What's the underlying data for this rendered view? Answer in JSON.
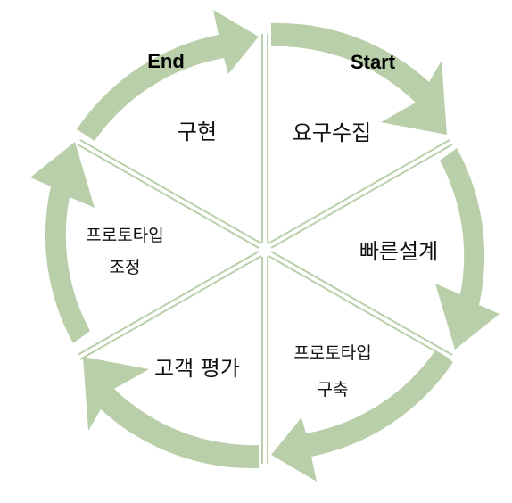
{
  "diagram": {
    "start_label": "Start",
    "end_label": "End",
    "arrow_color": "#b9cfaa",
    "divider_color": "#b9cfaa",
    "segments": [
      {
        "lines": [
          "요구수집"
        ]
      },
      {
        "lines": [
          "빠른설계"
        ]
      },
      {
        "lines": [
          "프로토타입",
          "구축"
        ]
      },
      {
        "lines": [
          "고객 평가"
        ]
      },
      {
        "lines": [
          "프로토타입",
          "조정"
        ]
      },
      {
        "lines": [
          "구현"
        ]
      }
    ]
  }
}
